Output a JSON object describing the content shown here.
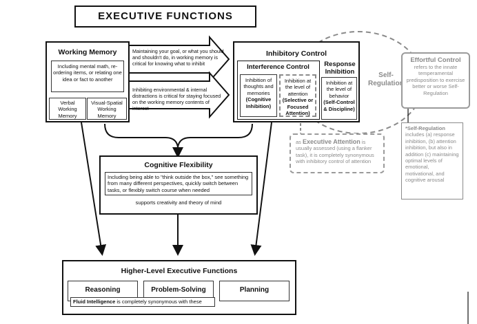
{
  "title": "EXECUTIVE FUNCTIONS",
  "working_memory": {
    "title": "Working Memory",
    "desc": "Including mental math, re-ordering items, or relating one idea or fact to another",
    "verbal": "Verbal Working Memory",
    "visual_spatial": "Visual-Spatial Working Memory"
  },
  "arrows": {
    "upper": "Maintaining your goal, or what you should and shouldn't do, in working memory is critical for knowing what to inhibit",
    "lower": "Inhibiting environmental & internal distractions is critical for staying focused on the working memory contents of interest"
  },
  "inhibitory_control": {
    "title": "Inhibitory Control",
    "interference_title": "Interference Control",
    "thoughts": "Inhibition of thoughts and memories",
    "thoughts_sub": "(Cognitive Inhibition)",
    "attention": "Inhibition at the level of attention",
    "attention_sub": "(Selective or Focused Attention)",
    "response_title": "Response Inhibition",
    "behavior": "Inhibition at the level of behavior",
    "behavior_sub": "(Self-Control & Discipline)"
  },
  "self_regulation": {
    "label": "Self-Regulation*",
    "effortful_title": "Effortful Control",
    "effortful_desc": "refers to the innate temperamental predisposition to exercise better or worse Self-Regulation",
    "note_title": "*Self-Regulation",
    "note_desc": "includes (a) response inhibition, (b) attention inhibition, but also in addition (c) maintaining optimal levels of emotional, motivational, and cognitive arousal"
  },
  "executive_attention": {
    "prefix": "as",
    "term": "Executive Attention",
    "desc": "is usually assessed (using a flanker task), it is completely synonymous with inhibitory control of attention"
  },
  "cognitive_flexibility": {
    "title": "Cognitive Flexibility",
    "desc": "Including being able to \"think outside the box,\" see something from many different perspectives, quickly switch between tasks, or flexibly switch course when needed",
    "supports": "supports creativity and theory of mind"
  },
  "higher_level": {
    "title": "Higher-Level Executive Functions",
    "reasoning": "Reasoning",
    "problem_solving": "Problem-Solving",
    "planning": "Planning",
    "fluid_term": "Fluid Intelligence",
    "fluid_desc": "is completely synonymous with these"
  }
}
